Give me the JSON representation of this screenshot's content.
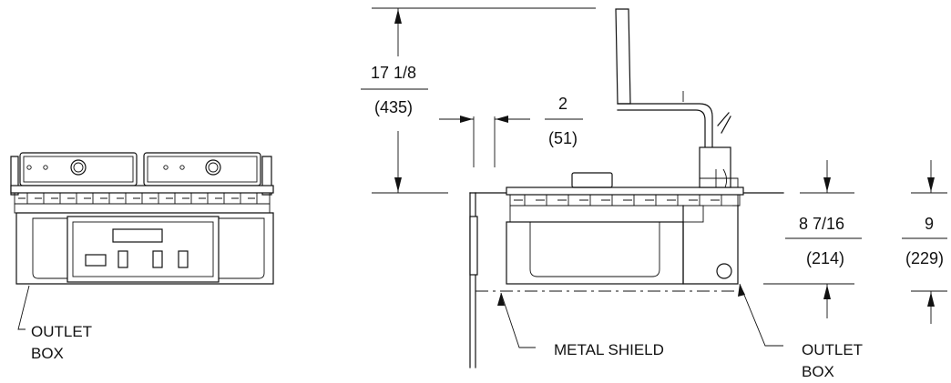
{
  "front_view": {
    "callout_outlet_box": {
      "line1": "OUTLET",
      "line2": "BOX"
    }
  },
  "side_view": {
    "dim_height_overall": {
      "imperial": "17 1/8",
      "metric": "(435)"
    },
    "dim_gap": {
      "imperial": "2",
      "metric": "(51)"
    },
    "dim_depth_inner": {
      "imperial": "8 7/16",
      "metric": "(214)"
    },
    "dim_depth_outer": {
      "imperial": "9",
      "metric": "(229)"
    },
    "callout_metal_shield": "METAL SHIELD",
    "callout_outlet_box": {
      "line1": "OUTLET",
      "line2": "BOX"
    }
  }
}
